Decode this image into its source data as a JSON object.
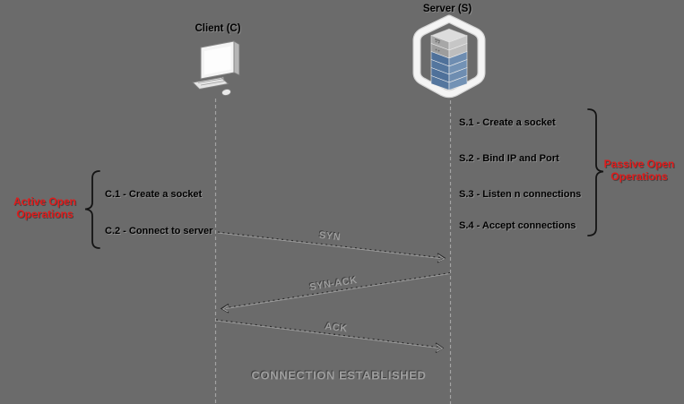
{
  "diagram": {
    "client": {
      "label": "Client (C)",
      "icon": "desktop-computer-icon"
    },
    "server": {
      "label": "Server (S)",
      "icon": "server-stack-icon"
    },
    "active_open": {
      "title_line1": "Active Open",
      "title_line2": "Operations",
      "steps": [
        "C.1 - Create a socket",
        "C.2 - Connect to server"
      ]
    },
    "passive_open": {
      "title_line1": "Passive Open",
      "title_line2": "Operations",
      "steps": [
        "S.1 - Create a socket",
        "S.2 - Bind IP and Port",
        "S.3 - Listen n connections",
        "S.4 - Accept connections"
      ]
    },
    "messages": [
      {
        "label": "SYN",
        "from": "Client",
        "to": "Server"
      },
      {
        "label": "SYN-ACK",
        "from": "Server",
        "to": "Client"
      },
      {
        "label": "ACK",
        "from": "Client",
        "to": "Server"
      }
    ],
    "status_text": "CONNECTION ESTABLISHED",
    "colors": {
      "background": "#6b6b6b",
      "accent_red": "#e01b1b",
      "muted_gray_label": "#9e9e9e",
      "text_black": "#000000",
      "server_blue": "#5d80a8",
      "lifeline_gray": "#a3a3a3"
    }
  }
}
